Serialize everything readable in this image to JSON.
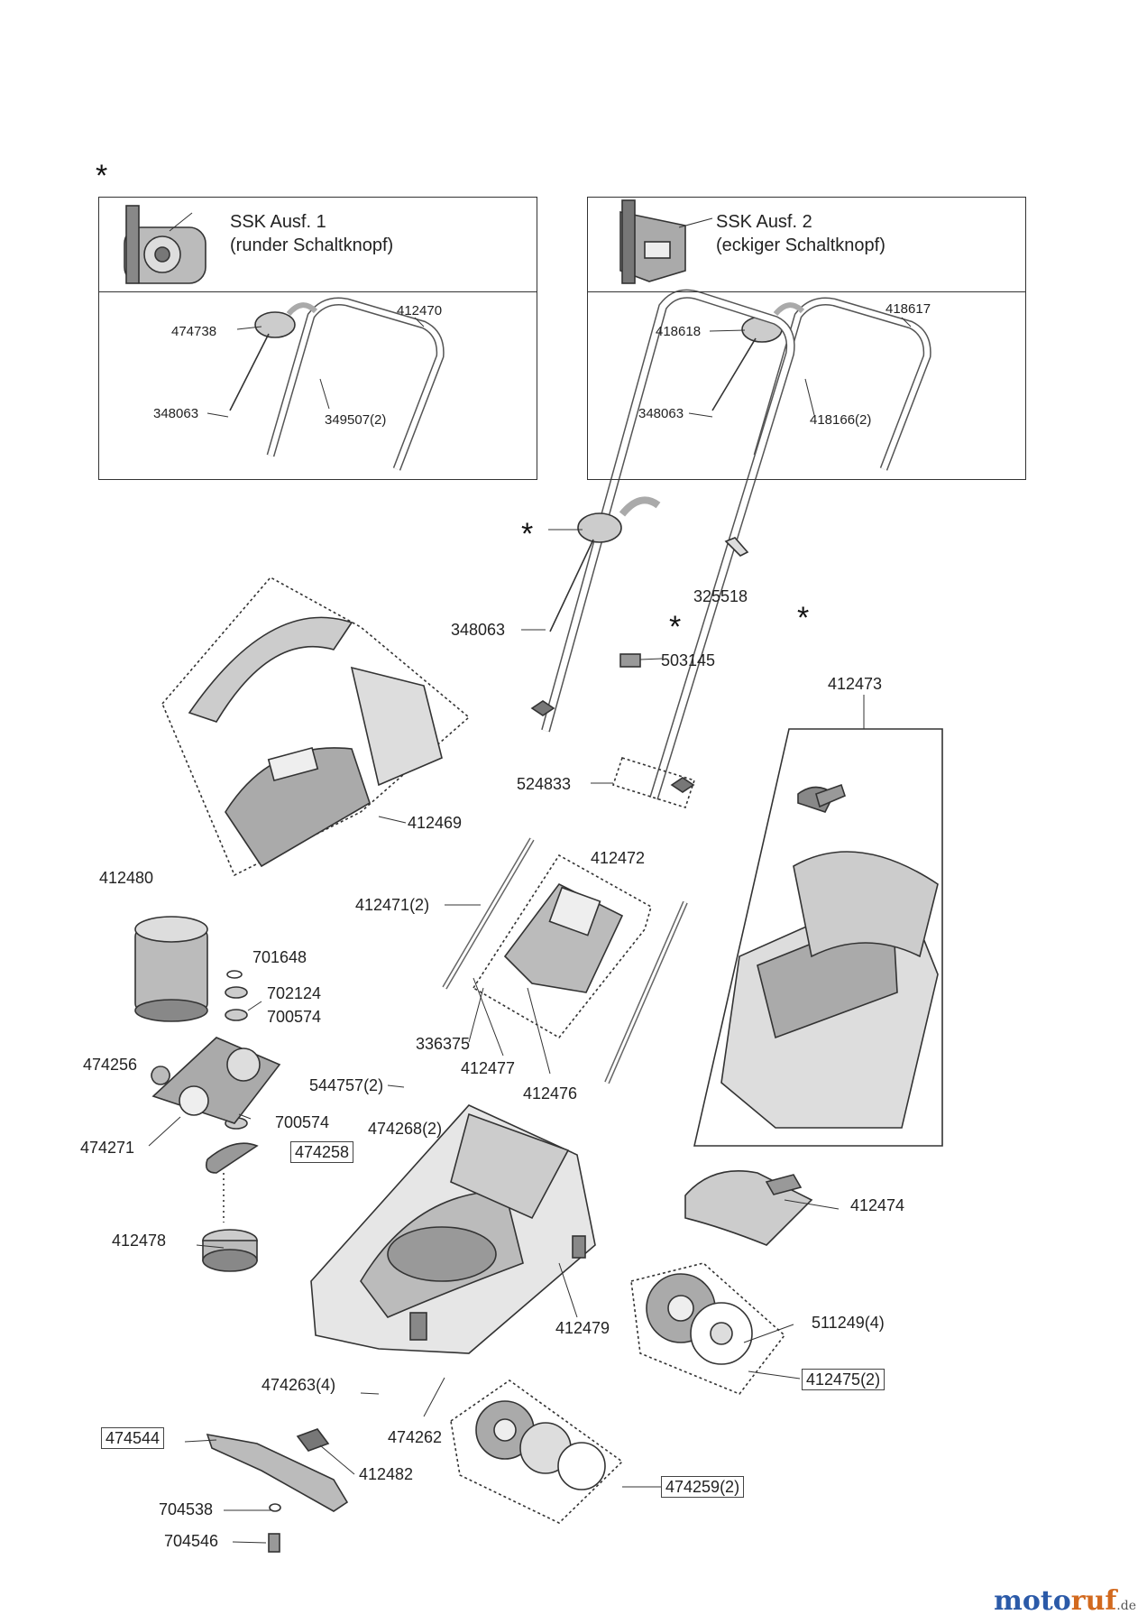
{
  "marker": "*",
  "panels": [
    {
      "title_line1": "SSK Ausf. 1",
      "title_line2": "(runder Schaltknopf)",
      "parts": {
        "knob": "474738",
        "handle": "412470",
        "rod": "348063",
        "screw": "349507(2)"
      }
    },
    {
      "title_line1": "SSK Ausf. 2",
      "title_line2": "(eckiger Schaltknopf)",
      "parts": {
        "knob": "418618",
        "handle": "418617",
        "rod": "348063",
        "screw": "418166(2)"
      }
    }
  ],
  "labels": {
    "p348063": "348063",
    "p325518": "325518",
    "p503145": "503145",
    "p412473": "412473",
    "p524833": "524833",
    "p412469": "412469",
    "p412472": "412472",
    "p412471": "412471(2)",
    "p412480": "412480",
    "p701648": "701648",
    "p702124": "702124",
    "p700574a": "700574",
    "p474256": "474256",
    "p336375": "336375",
    "p412477": "412477",
    "p544757": "544757(2)",
    "p412476": "412476",
    "p700574b": "700574",
    "p474268": "474268(2)",
    "p474271": "474271",
    "p474258": "474258",
    "p412474": "412474",
    "p412478": "412478",
    "p412479": "412479",
    "p511249": "511249(4)",
    "p474263": "474263(4)",
    "p412475": "412475(2)",
    "p474262": "474262",
    "p474544": "474544",
    "p412482": "412482",
    "p474259": "474259(2)",
    "p704538": "704538",
    "p704546": "704546"
  },
  "watermark": {
    "brand_a": "moto",
    "brand_b": "ruf",
    "tld": ".de"
  }
}
